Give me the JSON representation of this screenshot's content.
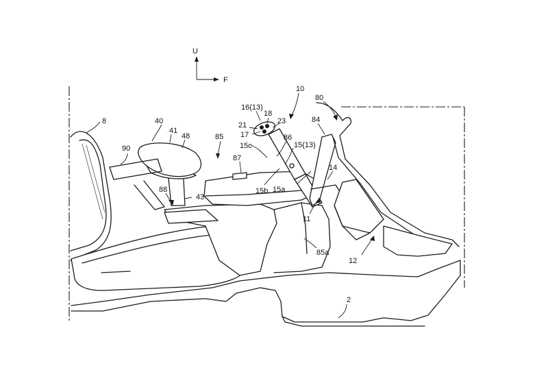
{
  "axes": {
    "up": "U",
    "forward": "F"
  },
  "labels": {
    "l8": "8",
    "l40": "40",
    "l41": "41",
    "l48": "48",
    "l90": "90",
    "l43": "43",
    "l88": "88",
    "l85": "85",
    "l87": "87",
    "l16": "16(13)",
    "l18": "18",
    "l21": "21",
    "l23": "23",
    "l17": "17",
    "l15c": "15c",
    "l86": "86",
    "l15": "15(13)",
    "l10": "10",
    "l80": "80",
    "l84": "84",
    "l14": "14",
    "l15b": "15b",
    "l15a": "15a",
    "l11": "11",
    "l85a": "85a",
    "l12": "12",
    "l2": "2"
  }
}
